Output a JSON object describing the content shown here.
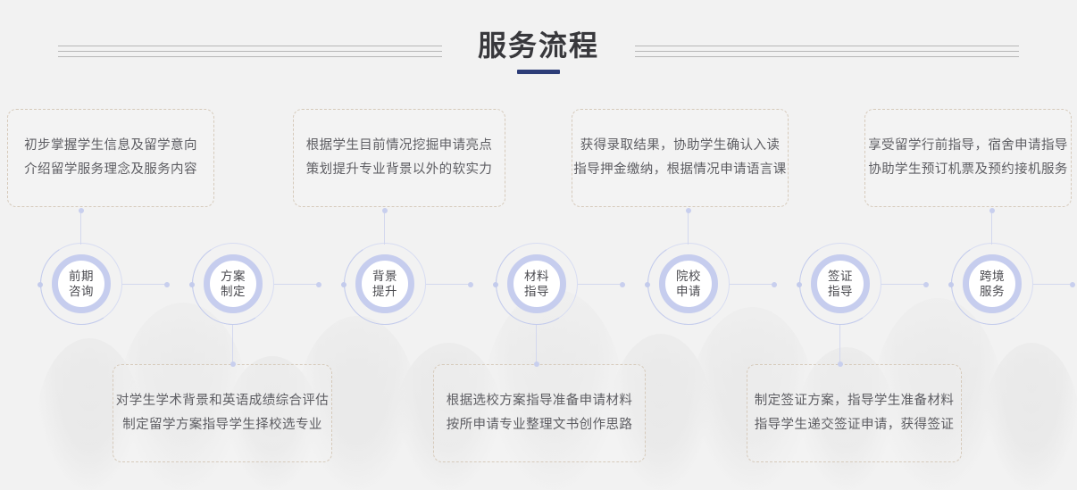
{
  "header": {
    "title": "服务流程",
    "accent_color": "#2d3d78",
    "deco_line_color": "#b7b7b7"
  },
  "theme": {
    "background": "#f2f2f2",
    "ring_color": "#c6cdee",
    "ring_outline": "#d7dcf2",
    "connector_color": "#d3d8ee",
    "box_border": "#d6cabb",
    "body_text": "#5d5d62",
    "circle_text": "#4a4a4f"
  },
  "steps": [
    {
      "id": "step-1",
      "label_line1": "前期",
      "label_line2": "咨询"
    },
    {
      "id": "step-2",
      "label_line1": "方案",
      "label_line2": "制定"
    },
    {
      "id": "step-3",
      "label_line1": "背景",
      "label_line2": "提升"
    },
    {
      "id": "step-4",
      "label_line1": "材料",
      "label_line2": "指导"
    },
    {
      "id": "step-5",
      "label_line1": "院校",
      "label_line2": "申请"
    },
    {
      "id": "step-6",
      "label_line1": "签证",
      "label_line2": "指导"
    },
    {
      "id": "step-7",
      "label_line1": "跨境",
      "label_line2": "服务"
    }
  ],
  "top_boxes": [
    {
      "id": "box-top-1",
      "for_step": "前期咨询",
      "line1": "初步掌握学生信息及留学意向",
      "line2": "介绍留学服务理念及服务内容"
    },
    {
      "id": "box-top-2",
      "for_step": "背景提升",
      "line1": "根据学生目前情况挖掘申请亮点",
      "line2": "策划提升专业背景以外的软实力"
    },
    {
      "id": "box-top-3",
      "for_step": "院校申请",
      "line1": "获得录取结果，协助学生确认入读",
      "line2": "指导押金缴纳，根据情况申请语言课"
    },
    {
      "id": "box-top-4",
      "for_step": "跨境服务",
      "line1": "享受留学行前指导，宿舍申请指导",
      "line2": "协助学生预订机票及预约接机服务"
    }
  ],
  "bottom_boxes": [
    {
      "id": "box-bottom-1",
      "for_step": "方案制定",
      "line1": "对学生学术背景和英语成绩综合评估",
      "line2": "制定留学方案指导学生择校选专业"
    },
    {
      "id": "box-bottom-2",
      "for_step": "材料指导",
      "line1": "根据选校方案指导准备申请材料",
      "line2": "按所申请专业整理文书创作思路"
    },
    {
      "id": "box-bottom-3",
      "for_step": "签证指导",
      "line1": "制定签证方案，指导学生准备材料",
      "line2": "指导学生递交签证申请，获得签证"
    }
  ]
}
